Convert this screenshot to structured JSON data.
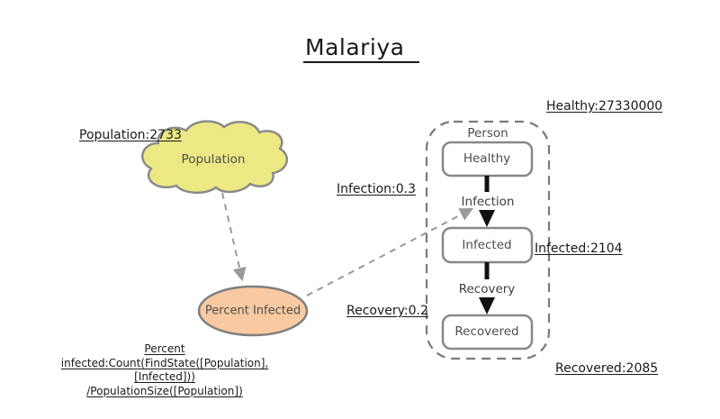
{
  "title": "Malariya",
  "colors": {
    "cloud_fill": "#ece985",
    "cloud_stroke": "#8a8a8a",
    "ellipse_fill": "#f9c9a1",
    "ellipse_stroke": "#7f7f7f",
    "state_stroke": "#888888",
    "dashed_link": "#9a9a9a",
    "arrow_black": "#111111"
  },
  "population": {
    "value_label": "Population:2733",
    "cloud_label": "Population"
  },
  "percent_infected": {
    "label": "Percent Infected",
    "formula_lines": [
      "Percent",
      "infected:Count(FindState([Population],",
      "[Infected]))",
      "/PopulationSize([Population])"
    ]
  },
  "statechart": {
    "container_label": "Person",
    "states": [
      {
        "label": "Healthy",
        "value_label": "Healthy:27330000"
      },
      {
        "label": "Infected",
        "value_label": "Infected:2104"
      },
      {
        "label": "Recovered",
        "value_label": "Recovered:2085"
      }
    ],
    "transitions": [
      {
        "label": "Infection",
        "rate_label": "Infection:0.3"
      },
      {
        "label": "Recovery",
        "rate_label": "Recovery:0.2"
      }
    ]
  }
}
